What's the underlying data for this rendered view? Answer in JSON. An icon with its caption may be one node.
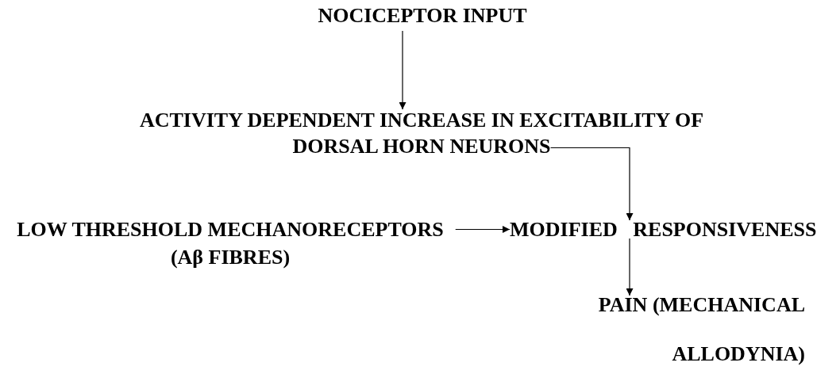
{
  "diagram": {
    "nodes": [
      {
        "text": [
          "NOCICEPTOR INPUT"
        ]
      },
      {
        "text": [
          "ACTIVITY DEPENDENT INCREASE IN EXCITABILITY OF DORSAL HORN NEURONS"
        ]
      },
      {
        "text": [
          "LOW THRESHOLD MECHANORECEPTORS (Aβ FIBRES)"
        ]
      },
      {
        "text": [
          "MODIFIED   RESPONSIVENESS"
        ]
      },
      {
        "text": [
          "PAIN (MECHANICAL ALLODYNIA)"
        ]
      }
    ],
    "edges": [
      {
        "from": 0,
        "to": 1,
        "arrow": "to"
      },
      {
        "from": 1,
        "to": 3,
        "arrow": "to"
      },
      {
        "from": 2,
        "to": 3,
        "arrow": "to"
      },
      {
        "from": 3,
        "to": 4,
        "arrow": "to"
      }
    ]
  }
}
